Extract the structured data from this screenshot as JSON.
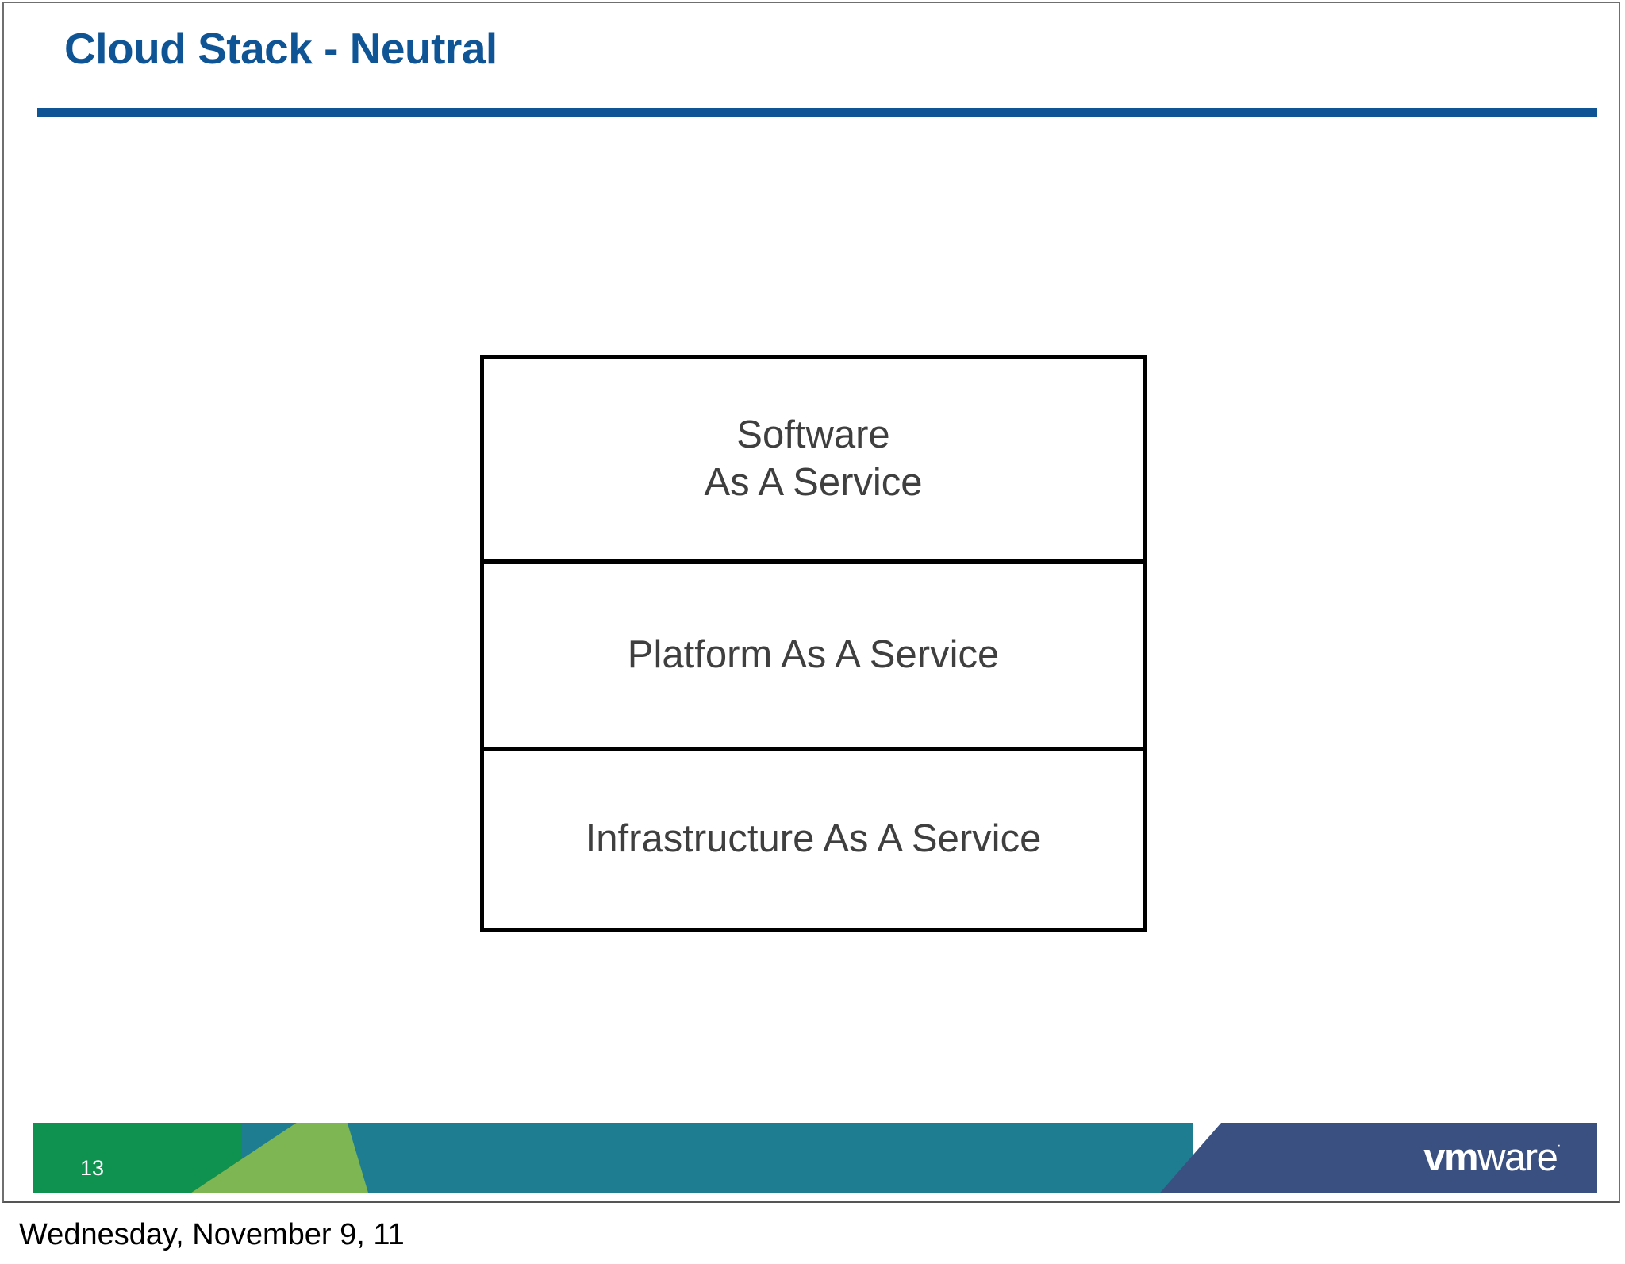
{
  "slide": {
    "title": "Cloud Stack - Neutral",
    "title_color": "#0f5495",
    "rule_color": "#0f5495",
    "background_color": "#ffffff"
  },
  "diagram": {
    "name": "cloud-service-model-stack",
    "border_color": "#000000",
    "text_color": "#3f3f3f",
    "layers": [
      {
        "id": "saas",
        "label": "Software\nAs A Service"
      },
      {
        "id": "paas",
        "label": "Platform As A Service"
      },
      {
        "id": "iaas",
        "label": "Infrastructure As A Service"
      }
    ]
  },
  "footer": {
    "page_number": "13",
    "brand": {
      "mark": "vm",
      "word": "ware",
      "trademark": "˙"
    },
    "colors": {
      "green": "#0f9250",
      "light_green": "#7eb654",
      "teal": "#1f7d91",
      "navy": "#3a5081",
      "page_number_color": "#ffffff",
      "brand_color": "#ffffff"
    }
  },
  "caption": {
    "date": "Wednesday, November 9, 11"
  }
}
